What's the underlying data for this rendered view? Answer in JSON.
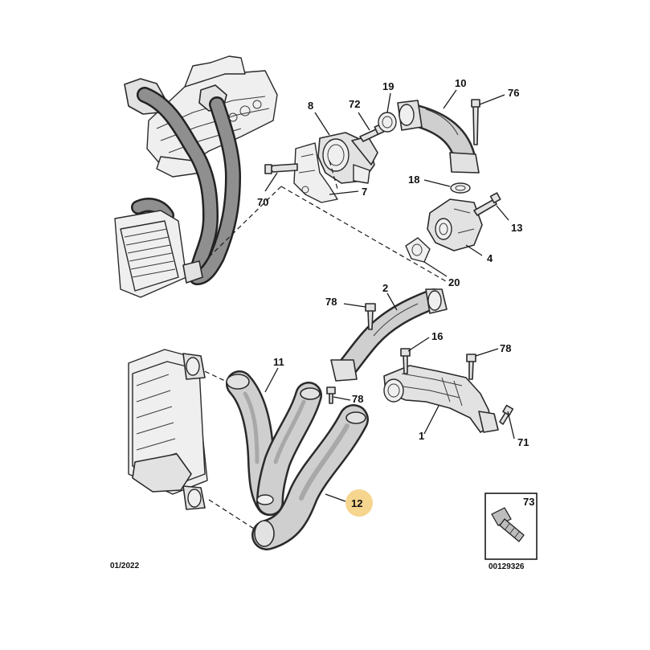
{
  "callouts": {
    "c1": "1",
    "c2": "2",
    "c4": "4",
    "c7": "7",
    "c8": "8",
    "c10": "10",
    "c11": "11",
    "c12": "12",
    "c13": "13",
    "c16": "16",
    "c18": "18",
    "c19": "19",
    "c20": "20",
    "c70": "70",
    "c71": "71",
    "c72": "72",
    "c73": "73",
    "c76": "76",
    "c78a": "78",
    "c78b": "78",
    "c78c": "78"
  },
  "footer": {
    "date": "01/2022",
    "reference": "00129326"
  },
  "colors": {
    "highlight": "#f6d58e",
    "line": "#1a1a1a",
    "part_fill": "#e2e2e2"
  }
}
